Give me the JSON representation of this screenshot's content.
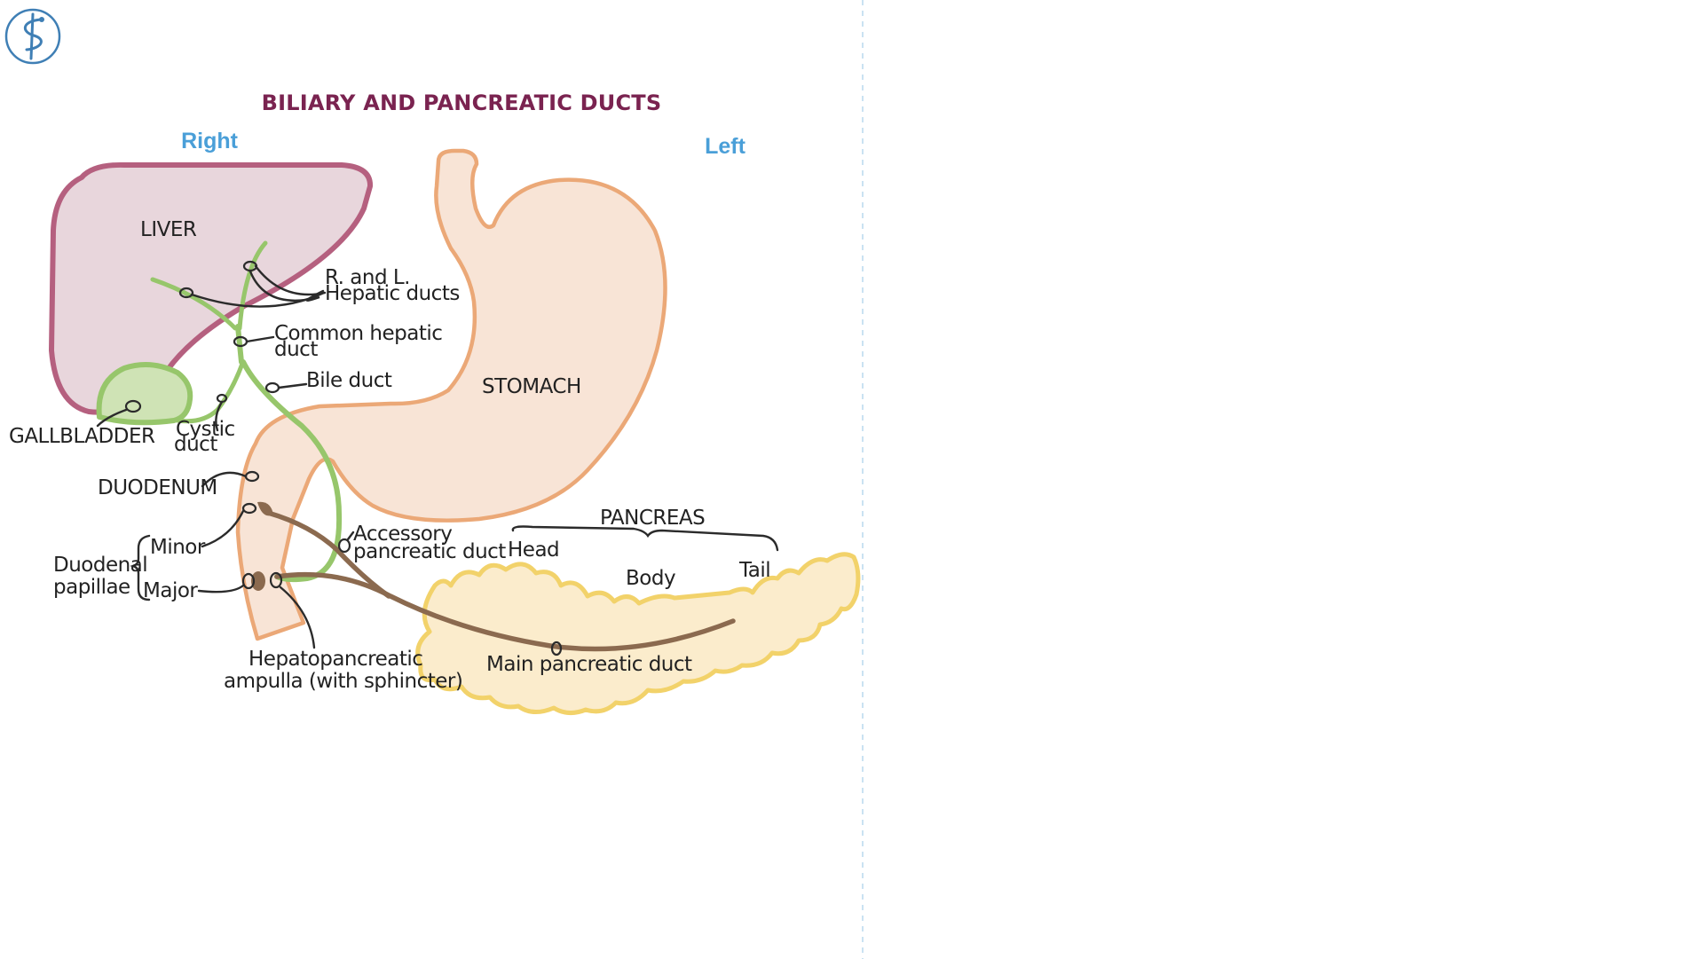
{
  "title": "BILIARY AND PANCREATIC DUCTS",
  "orientation": {
    "right": "Right",
    "left": "Left"
  },
  "labels": {
    "liver": "LIVER",
    "hepatic_line1": "R. and L.",
    "hepatic_line2": "Hepatic ducts",
    "common_hepatic_line1": "Common hepatic",
    "common_hepatic_line2": "duct",
    "bile_duct": "Bile duct",
    "stomach": "STOMACH",
    "gallbladder": "GALLBLADDER",
    "cystic_line1": "Cystic",
    "cystic_line2": "duct",
    "duodenum": "DUODENUM",
    "accessory_line1": "Accessory",
    "accessory_line2": "pancreatic duct",
    "pancreas": "PANCREAS",
    "head": "Head",
    "body": "Body",
    "tail": "Tail",
    "duodenal_line1": "Duodenal",
    "duodenal_line2": "papillae",
    "minor": "Minor",
    "major": "Major",
    "ampulla_line1": "Hepatopancreatic",
    "ampulla_line2": "ampulla (with sphincter)",
    "main_pancreatic_duct": "Main pancreatic duct"
  },
  "colors": {
    "title": "#7a2350",
    "orientation": "#4a9fd8",
    "liver_fill": "#e8d6dc",
    "liver_stroke": "#b5607f",
    "stomach_fill": "#f8e4d6",
    "stomach_stroke": "#eba877",
    "pancreas_fill": "#fbeccc",
    "pancreas_stroke": "#f2d26a",
    "bile_green": "#97c66b",
    "gallbladder_fill": "#cfe3b5",
    "pancreatic_duct": "#8b6a4f",
    "logo": "#3f7fb5"
  }
}
